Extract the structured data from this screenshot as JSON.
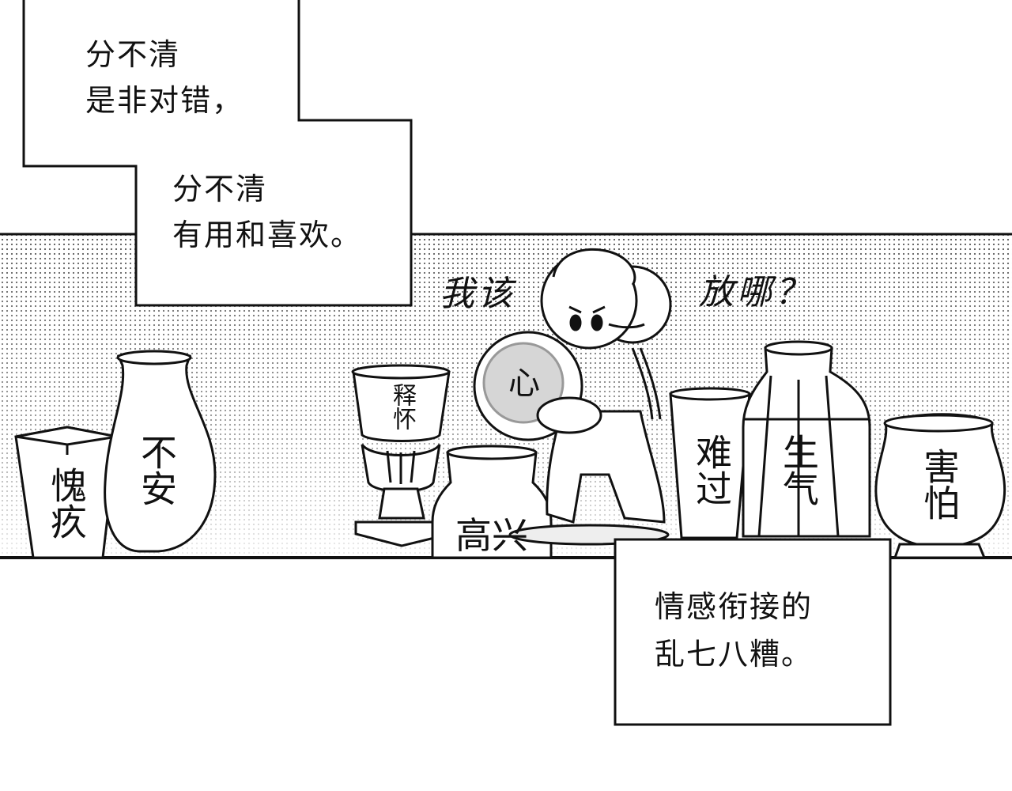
{
  "captions": {
    "box1_line1": "分不清",
    "box1_line2": "是非对错，",
    "box2_line1": "分不清",
    "box2_line2": "有用和喜欢。",
    "box3_line1": "情感衔接的",
    "box3_line2": "乱七八糟。"
  },
  "speech": {
    "left": "我该",
    "right": "放哪？"
  },
  "plate_label": "心",
  "vessels": {
    "square_vase": "愧疚",
    "tall_vase": "不安",
    "goblet": "释怀",
    "jar": "高兴",
    "cup": "难过",
    "bottle": "生气",
    "pot": "害怕"
  }
}
